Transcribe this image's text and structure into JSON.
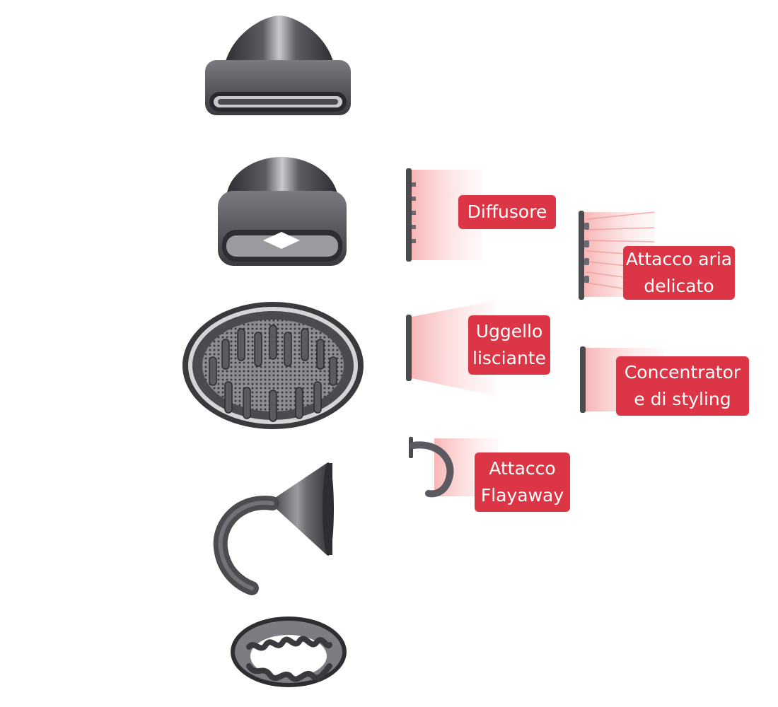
{
  "colors": {
    "label_bg": "#dc3545",
    "label_text": "#ffffff",
    "metal_dark": "#2f2f33",
    "metal_mid": "#6b6b70",
    "metal_light": "#b9b9bd",
    "airflow": "#f7b7b7"
  },
  "products": [
    {
      "icon": "wide-nozzle-icon"
    },
    {
      "icon": "smoothing-nozzle-icon"
    },
    {
      "icon": "diffuser-icon"
    },
    {
      "icon": "flyaway-attachment-icon"
    },
    {
      "icon": "gentle-air-ring-icon"
    }
  ],
  "labels": {
    "diffusore": {
      "lines": [
        "Diffusore"
      ]
    },
    "attacco_aria": {
      "lines": [
        "Attacco aria",
        "delicato"
      ]
    },
    "uggello": {
      "lines": [
        "Uggello",
        "lisciante"
      ]
    },
    "concentratore": {
      "lines": [
        "Concentrator",
        "e di styling"
      ]
    },
    "flayaway": {
      "lines": [
        "Attacco",
        "Flayaway"
      ]
    }
  },
  "airflows": [
    {
      "icon": "diffuser-airflow-icon"
    },
    {
      "icon": "gentle-air-airflow-icon"
    },
    {
      "icon": "smoothing-airflow-icon"
    },
    {
      "icon": "concentrator-airflow-icon"
    },
    {
      "icon": "flyaway-airflow-icon"
    }
  ]
}
